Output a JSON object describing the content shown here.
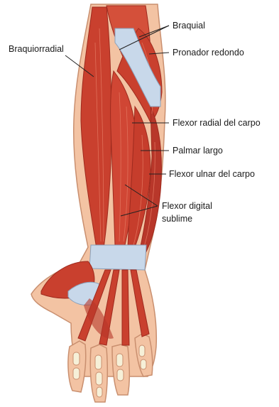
{
  "labels": {
    "braquial": "Braquial",
    "braquiorradial": "Braquiorradial",
    "pronador_redondo": "Pronador redondo",
    "flexor_radial_carpo": "Flexor radial del carpo",
    "palmar_largo": "Palmar largo",
    "flexor_ulnar_carpo": "Flexor ulnar del carpo",
    "flexor_digital_line1": "Flexor digital",
    "flexor_digital_line2": "sublime"
  },
  "colors": {
    "skin": "#f3c3a3",
    "skin_edge": "#c98f6f",
    "muscle": "#c9402e",
    "muscle_dark": "#9e2a1e",
    "muscle_light": "#e0705a",
    "tendon": "#c8d8ea",
    "bone": "#f6f0d8"
  }
}
